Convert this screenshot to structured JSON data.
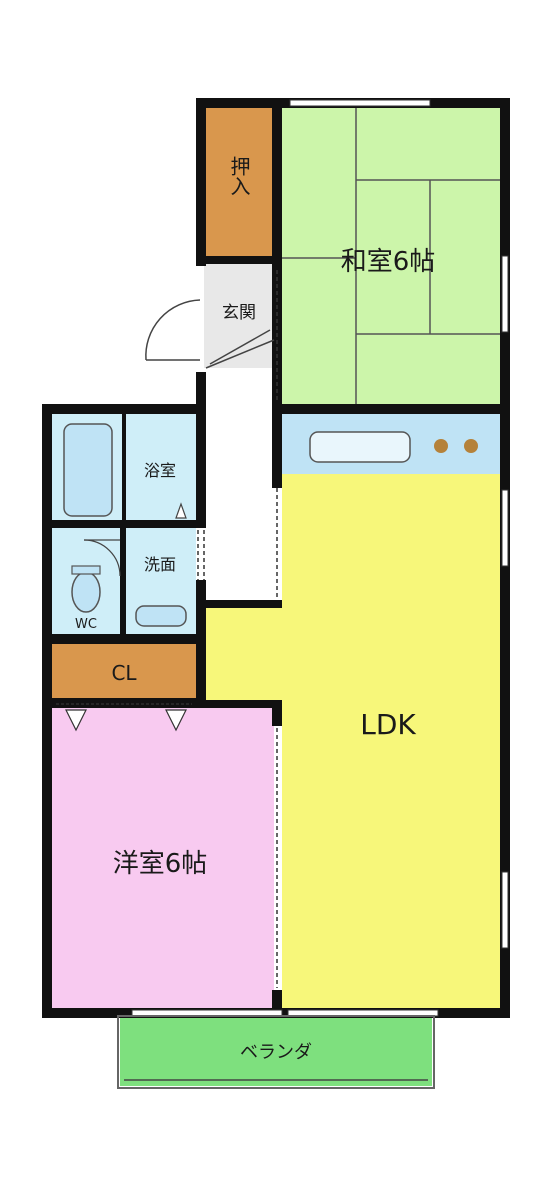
{
  "rooms": {
    "washitsu": "和室6帖",
    "oshiire": "押入",
    "genkan": "玄関",
    "yokushitsu": "浴室",
    "senmen": "洗面",
    "wc": "WC",
    "closet": "CL",
    "ldk": "LDK",
    "youshitsu": "洋室6帖",
    "veranda": "ベランダ"
  },
  "colors": {
    "tatami": "#ccf5aa",
    "storage": "#d9974d",
    "ldk": "#f7f77a",
    "bedroom": "#f8caf0",
    "wet": "#cfeef8",
    "veranda": "#7ee07e",
    "entrance": "#e8e8e8",
    "kitchen": "#bfe3f5",
    "wall": "#111111"
  }
}
